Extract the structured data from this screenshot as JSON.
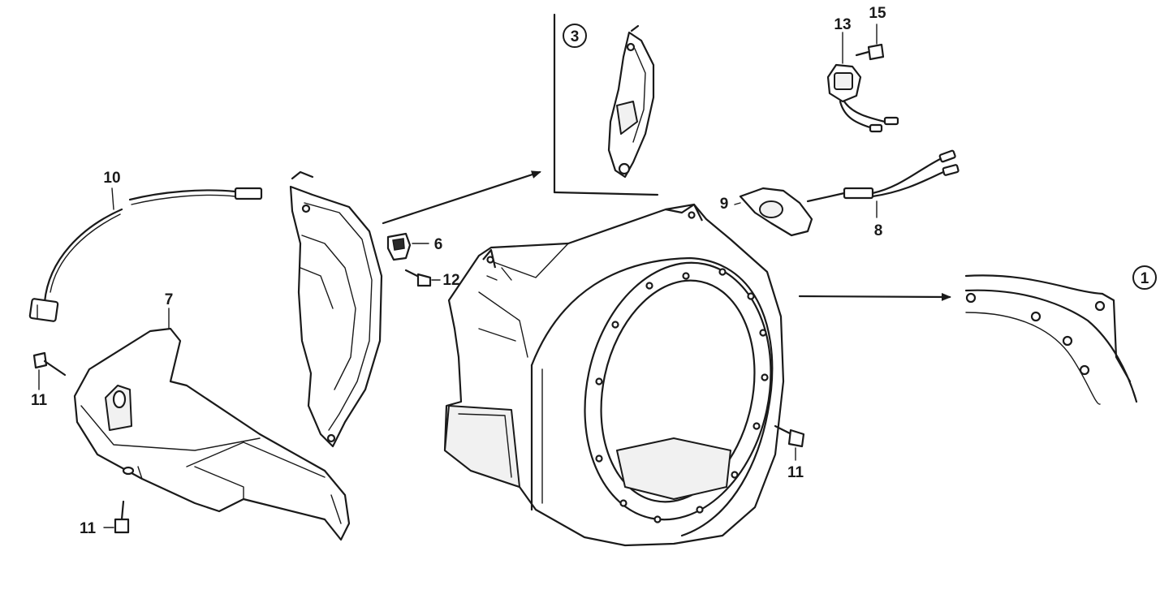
{
  "callouts": {
    "c1": "1",
    "c3": "3",
    "c6": "6",
    "c7": "7",
    "c8": "8",
    "c9": "9",
    "c10": "10",
    "c11a": "11",
    "c11b": "11",
    "c11c": "11",
    "c12": "12",
    "c13": "13",
    "c15": "15"
  }
}
